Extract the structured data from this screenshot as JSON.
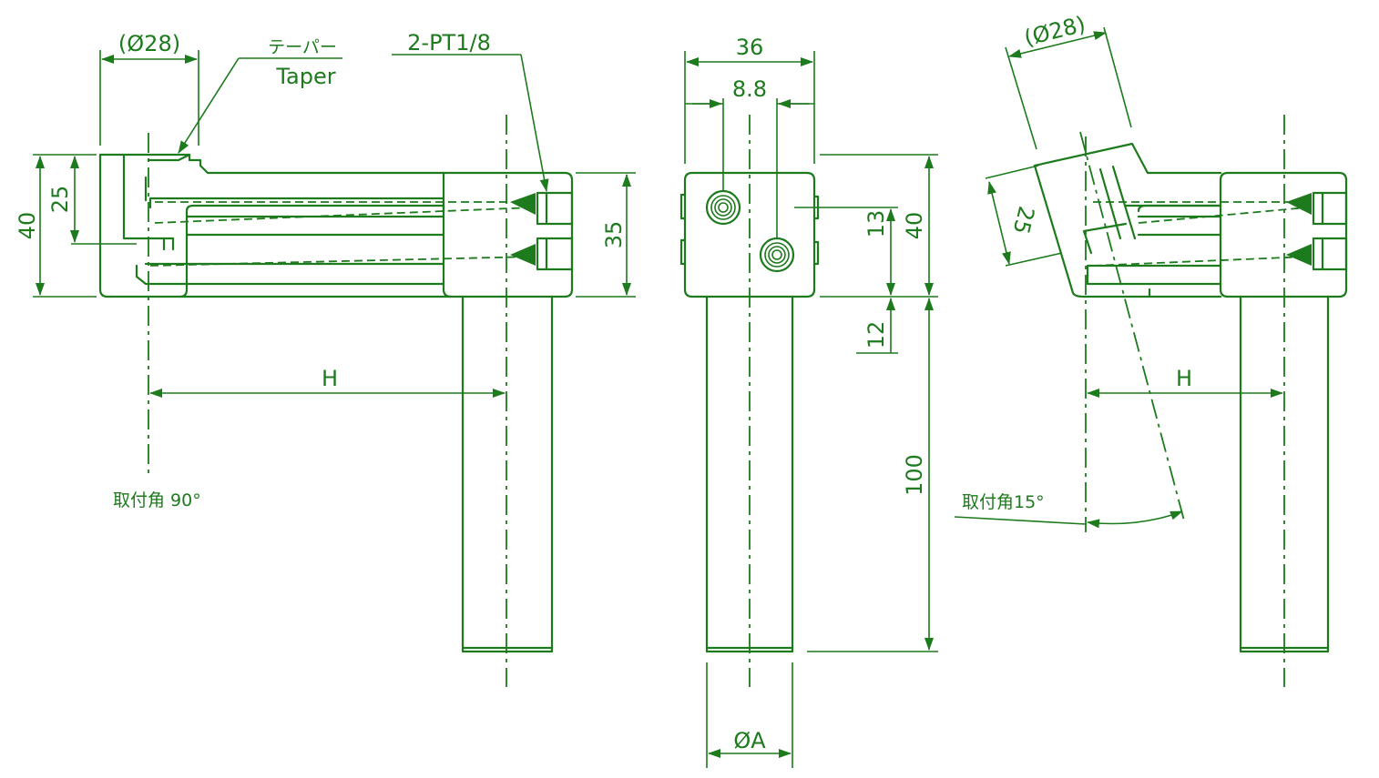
{
  "colors": {
    "ink": "#1d7a1d",
    "background": "#ffffff"
  },
  "labels": {
    "dia28_left": "(Ø28)",
    "taper_jp": "テーパー",
    "taper_en": "Taper",
    "pt": "2-PT1/8",
    "h_left": "H",
    "angle90": "取付角 90°",
    "dim40_left": "40",
    "dim25_left": "25",
    "dim35": "35",
    "dim36": "36",
    "dim8_8": "8.8",
    "dim13": "13",
    "dim40_mid": "40",
    "dim12": "12",
    "dim100": "100",
    "diaA": "ØA",
    "dia28_right": "(Ø28)",
    "dim25_right": "25",
    "h_right": "H",
    "angle15": "取付角15°"
  }
}
